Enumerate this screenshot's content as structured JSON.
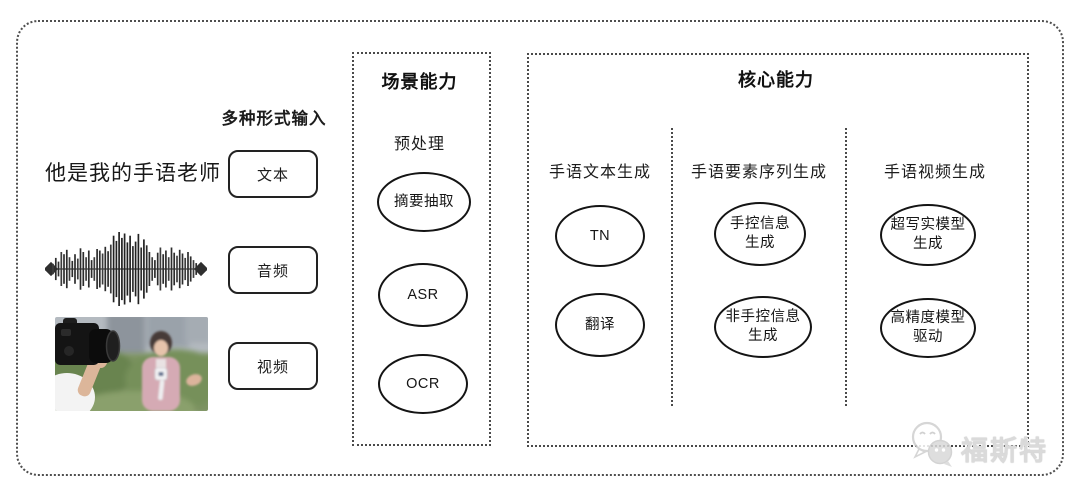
{
  "input_section": {
    "heading": "多种形式输入",
    "sample_text": "他是我的手语老师",
    "input_types": [
      {
        "label": "文本"
      },
      {
        "label": "音频"
      },
      {
        "label": "视频"
      }
    ],
    "media": {
      "waveform_icon": "audio-waveform",
      "video_thumbnail": "reporter-being-filmed-photo"
    }
  },
  "scene_box": {
    "title": "场景能力",
    "subtitle": "预处理",
    "capabilities": [
      "摘要抽取",
      "ASR",
      "OCR"
    ]
  },
  "core_box": {
    "title": "核心能力",
    "columns": [
      {
        "header": "手语文本生成",
        "capabilities": [
          "TN",
          "翻译"
        ]
      },
      {
        "header": "手语要素序列生成",
        "capabilities": [
          "手控信息\n生成",
          "非手控信息\n生成"
        ]
      },
      {
        "header": "手语视频生成",
        "capabilities": [
          "超写实模型\n生成",
          "高精度模型\n驱动"
        ]
      }
    ]
  },
  "watermark": {
    "logo": "chat-bubbles-mascot-icon",
    "text": "福斯特"
  },
  "colors": {
    "frame_dots": "#4f4f4f",
    "node_stroke": "#141414",
    "text": "#1c1c1c",
    "watermark_gray": "#dadada"
  }
}
